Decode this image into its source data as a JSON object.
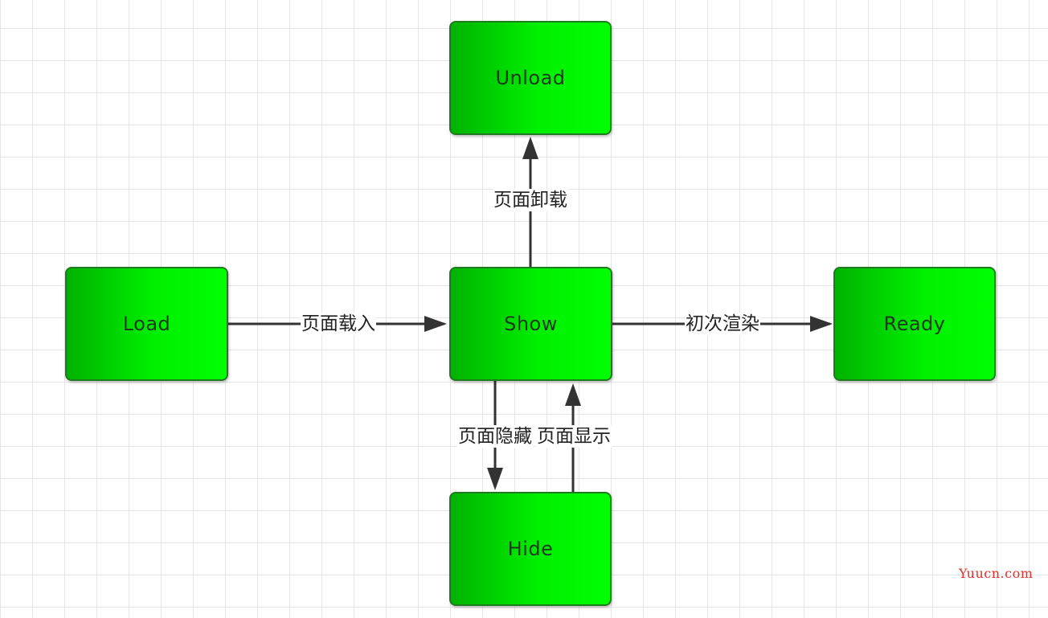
{
  "nodes": {
    "unload": "Unload",
    "load": "Load",
    "show": "Show",
    "ready": "Ready",
    "hide": "Hide"
  },
  "edges": {
    "load_to_show": "页面载入",
    "show_to_unload": "页面卸载",
    "show_to_ready": "初次渲染",
    "show_to_hide": "页面隐藏",
    "hide_to_show": "页面显示"
  },
  "colors": {
    "node_fill_start": "#00b300",
    "node_fill_end": "#00ff00",
    "node_border": "#1e7a1e",
    "arrow": "#333333",
    "grid": "#e6e6e6",
    "watermark": "#e0302a"
  },
  "watermark": "Yuucn.com"
}
